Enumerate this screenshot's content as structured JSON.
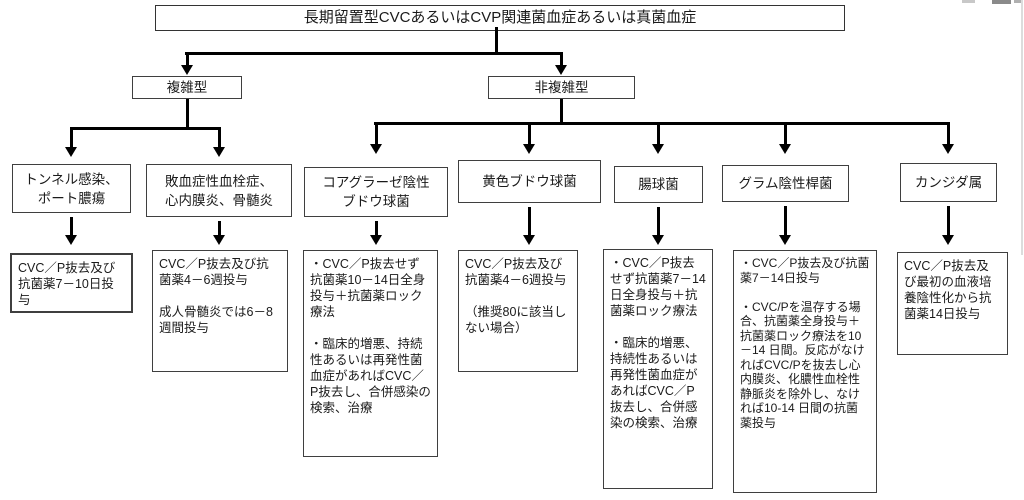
{
  "flowchart": {
    "title": "長期留置型CVCあるいはCVP関連菌血症あるいは真菌血症",
    "branches": {
      "complicated": {
        "label": "複雑型"
      },
      "uncomplicated": {
        "label": "非複雑型"
      }
    },
    "columns": [
      {
        "parent": "複雑型",
        "condition": "トンネル感染、\nポート膿瘍",
        "treatment": "CVC／P抜去及び抗菌薬7－10日投与"
      },
      {
        "parent": "複雑型",
        "condition": "敗血症性血栓症、\n心内膜炎、骨髄炎",
        "treatment": "CVC／P抜去及び抗菌薬4－6週投与\n\n成人骨髄炎では6－8週間投与"
      },
      {
        "parent": "非複雑型",
        "condition": "コアグラーゼ陰性\nブドウ球菌",
        "treatment": "・CVC／P抜去せず抗菌薬10－14日全身投与＋抗菌薬ロック療法\n\n・臨床的増悪、持続性あるいは再発性菌血症があればCVC／P抜去し、合併感染の検索、治療"
      },
      {
        "parent": "非複雑型",
        "condition": "黄色ブドウ球菌",
        "treatment": "CVC／P抜去及び抗菌薬4－6週投与\n\n（推奨80に該当しない場合）"
      },
      {
        "parent": "非複雑型",
        "condition": "腸球菌",
        "treatment": "・CVC／P抜去せず抗菌薬7－14日全身投与＋抗菌薬ロック療法\n\n・臨床的増悪、持続性あるいは再発性菌血症があればCVC／P抜去し、合併感染の検索、治療"
      },
      {
        "parent": "非複雑型",
        "condition": "グラム陰性桿菌",
        "treatment": "・CVC／P抜去及び抗菌薬7－14日投与\n\n・CVC/Pを温存する場合、抗菌薬全身投与＋抗菌薬ロック療法を10 －14 日間。反応がなければCVC/Pを抜去し心内膜炎、化膿性血栓性静脈炎を除外し、なければ10-14 日間の抗菌薬投与"
      },
      {
        "parent": "非複雑型",
        "condition": "カンジダ属",
        "treatment": "CVC／P抜去及び最初の血液培養陰性化から抗菌薬14日投与"
      }
    ]
  }
}
